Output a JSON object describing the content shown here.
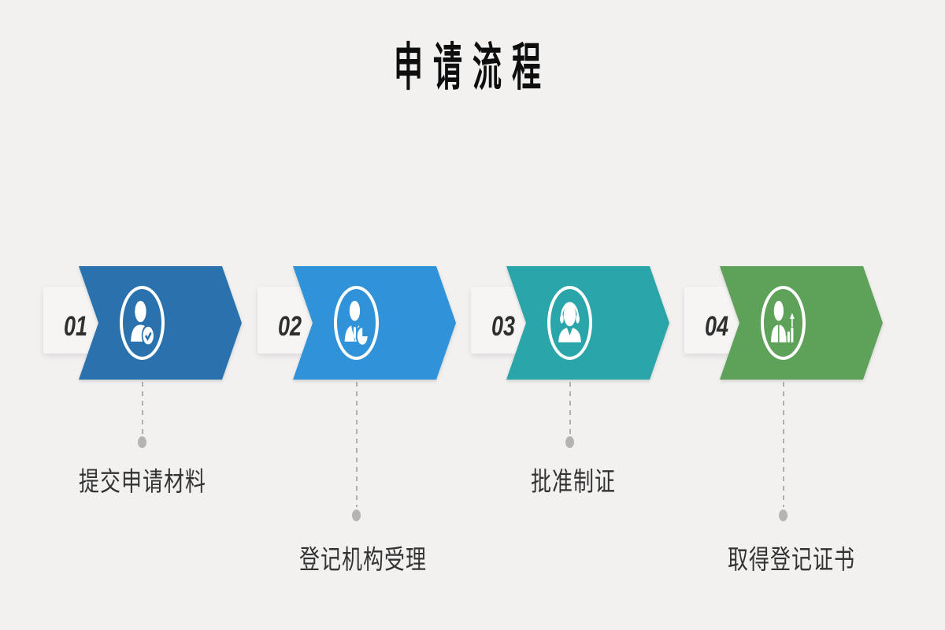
{
  "title": {
    "text": "申请流程"
  },
  "steps": [
    {
      "number": "01",
      "label": "提交申请材料",
      "color": "#2a72ae",
      "icon": "user-check-icon"
    },
    {
      "number": "02",
      "label": "登记机构受理",
      "color": "#3093d9",
      "icon": "businessman-pie-icon"
    },
    {
      "number": "03",
      "label": "批准制证",
      "color": "#2aa5aa",
      "icon": "support-headset-icon"
    },
    {
      "number": "04",
      "label": "取得登记证书",
      "color": "#5ea158",
      "icon": "user-growth-icon"
    }
  ],
  "colors": {
    "background": "#f2f1f0",
    "band": "#f6f5f4",
    "connector": "#b4b4b4",
    "number_text": "#2f2f2f",
    "label_text": "#333333",
    "title_text": "#0e0e0e"
  }
}
